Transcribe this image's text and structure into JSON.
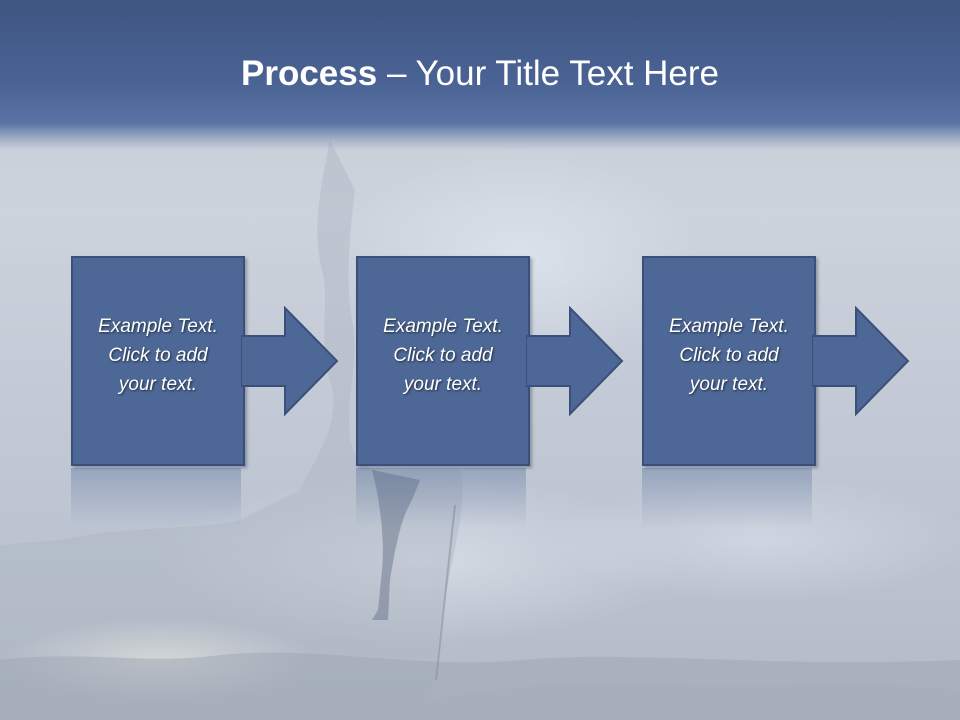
{
  "slide": {
    "title_bold": "Process",
    "title_rest": " – Your Title Text Here"
  },
  "process_steps": [
    {
      "line1": "Example Text.",
      "line2": "Click  to add",
      "line3": "your text."
    },
    {
      "line1": "Example Text.",
      "line2": "Click  to add",
      "line3": "your text."
    },
    {
      "line1": "Example Text.",
      "line2": "Click  to add",
      "line3": "your text."
    }
  ],
  "colors": {
    "title_band": "#4a6394",
    "box_fill": "#4d6896",
    "box_border": "#3a507a",
    "text": "#ffffff"
  }
}
